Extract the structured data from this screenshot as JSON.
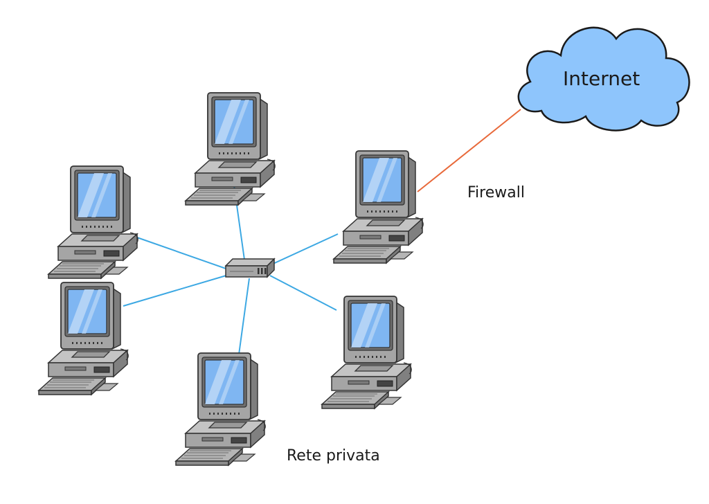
{
  "labels": {
    "internet": "Internet",
    "firewall": "Firewall",
    "private_network": "Rete privata"
  },
  "colors": {
    "lan_link": "#3ca8e3",
    "wan_link": "#e8693a",
    "cloud_fill": "#8ec5fc",
    "screen": "#7fb6f2",
    "case": "#a5a5a5"
  },
  "icons": {
    "cloud": "cloud-icon",
    "hub": "network-switch-icon",
    "computer": "desktop-computer-icon"
  }
}
